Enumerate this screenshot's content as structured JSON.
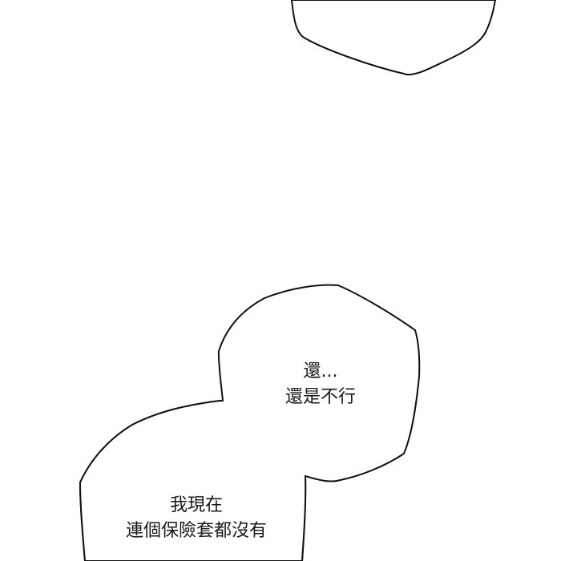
{
  "panel": {
    "background_color": "#ffffff",
    "outline_color": "#111111",
    "text_color": "#1a1a1a"
  },
  "bubbles": [
    {
      "id": "top-partial",
      "lines": []
    },
    {
      "id": "upper-right",
      "lines": [
        "還...",
        "還是不行"
      ]
    },
    {
      "id": "lower-left",
      "lines": [
        "我現在",
        "連個保險套都沒有"
      ]
    }
  ]
}
